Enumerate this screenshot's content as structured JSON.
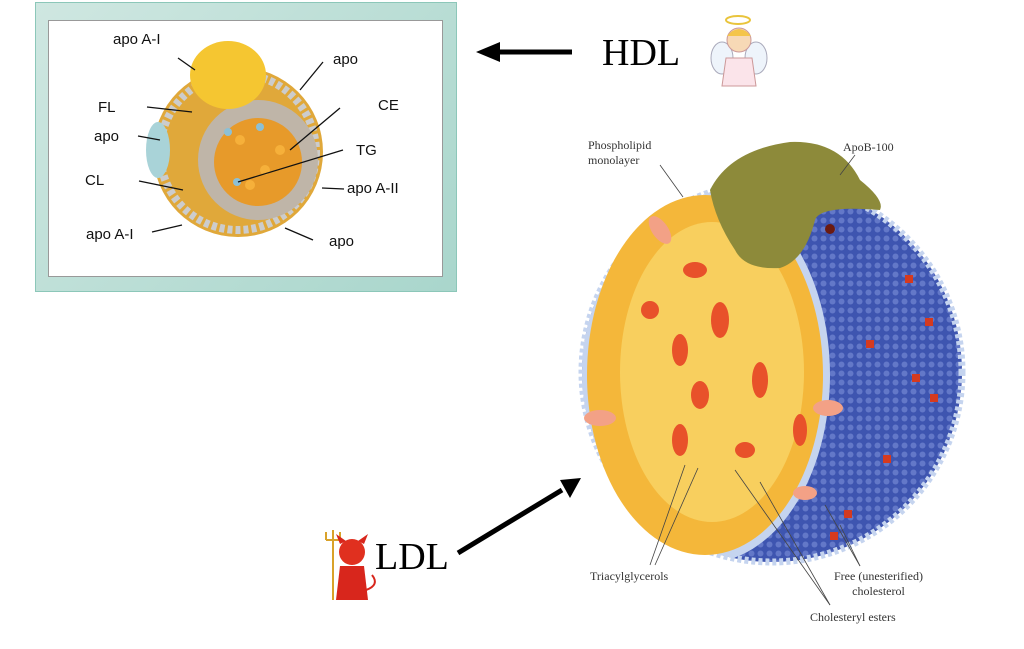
{
  "hdl": {
    "title": "HDL",
    "labels": {
      "apo_a1_top": "apo  A-I",
      "apo_top_right": "apo",
      "fl": "FL",
      "ce": "CE",
      "apo_left": "apo",
      "tg": "TG",
      "cl": "CL",
      "apo_a2": "apo A-II",
      "apo_a1_bottom": "apo  A-I",
      "apo_bottom_right": "apo"
    },
    "icon": "angel-icon"
  },
  "ldl": {
    "title": "LDL",
    "icon": "devil-icon",
    "labels": {
      "phospholipid_1": "Phospholipid",
      "phospholipid_2": "monolayer",
      "apob": "ApoB-100",
      "triacylglycerols": "Triacylglycerols",
      "free_chol_1": "Free (unesterified)",
      "free_chol_2": "cholesterol",
      "cholesteryl_esters": "Cholesteryl esters"
    }
  },
  "colors": {
    "frame": "#a9d6cc",
    "core": "#f5b82e",
    "shell": "#3e55b0",
    "apob": "#8d8a3a"
  }
}
